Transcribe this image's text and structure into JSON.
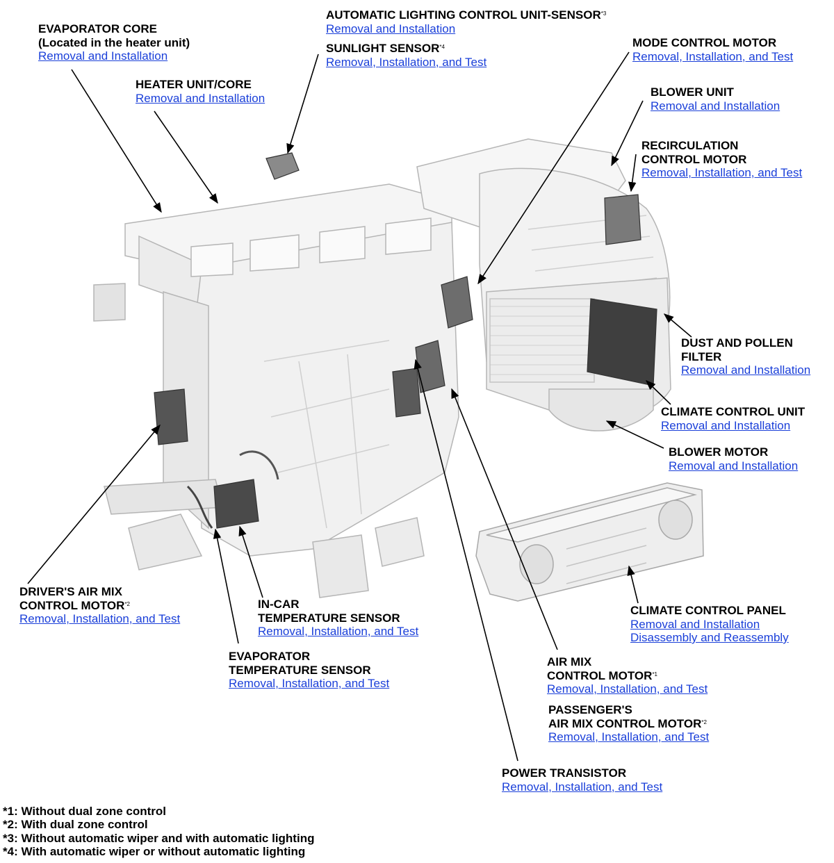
{
  "callouts": {
    "evaporator_core": {
      "title1": "EVAPORATOR CORE",
      "title2": "(Located in the heater unit)",
      "link1": "Removal and Installation"
    },
    "heater_unit": {
      "title1": "HEATER UNIT/CORE",
      "link1": "Removal and Installation"
    },
    "auto_lighting": {
      "title1": "AUTOMATIC LIGHTING CONTROL UNIT-SENSOR",
      "sup": "*3",
      "link1": "Removal and Installation"
    },
    "sunlight_sensor": {
      "title1": "SUNLIGHT SENSOR",
      "sup": "*4",
      "link1": "Removal, Installation, and Test"
    },
    "mode_control_motor": {
      "title1": "MODE CONTROL MOTOR",
      "link1": "Removal, Installation, and Test"
    },
    "blower_unit": {
      "title1": "BLOWER UNIT",
      "link1": "Removal and Installation"
    },
    "recirculation_motor": {
      "title1": "RECIRCULATION",
      "title2": "CONTROL MOTOR",
      "link1": "Removal, Installation, and Test"
    },
    "dust_filter": {
      "title1": "DUST AND POLLEN",
      "title2": "FILTER",
      "link1": "Removal and Installation"
    },
    "climate_control_unit": {
      "title1": "CLIMATE CONTROL UNIT",
      "link1": "Removal and Installation"
    },
    "blower_motor": {
      "title1": "BLOWER MOTOR",
      "link1": "Removal and Installation"
    },
    "climate_control_panel": {
      "title1": "CLIMATE CONTROL PANEL",
      "link1": "Removal and Installation",
      "link2": "Disassembly and Reassembly"
    },
    "drivers_air_mix": {
      "title1": "DRIVER'S AIR MIX",
      "title2": "CONTROL MOTOR",
      "sup": "*2",
      "link1": "Removal, Installation, and Test"
    },
    "incar_sensor": {
      "title1": "IN-CAR",
      "title2": "TEMPERATURE SENSOR",
      "link1": "Removal, Installation, and Test"
    },
    "evap_temp_sensor": {
      "title1": "EVAPORATOR",
      "title2": "TEMPERATURE SENSOR",
      "link1": "Removal, Installation, and Test"
    },
    "air_mix_motor": {
      "title1": "AIR MIX",
      "title2": "CONTROL MOTOR",
      "sup": "*1",
      "link1": "Removal, Installation, and Test"
    },
    "passengers_air_mix": {
      "title1": "PASSENGER'S",
      "title2": "AIR MIX CONTROL MOTOR",
      "sup": "*2",
      "link1": "Removal, Installation, and Test"
    },
    "power_transistor": {
      "title1": "POWER TRANSISTOR",
      "link1": "Removal, Installation, and Test"
    }
  },
  "footnotes": [
    "*1: Without dual zone control",
    "*2: With dual zone control",
    "*3: Without automatic wiper and with automatic lighting",
    "*4: With automatic wiper or without automatic lighting"
  ],
  "colors": {
    "link": "#1a3fd9",
    "text": "#000000",
    "part_fill": "#efefef",
    "part_stroke": "#b8b8b8",
    "component_dark": "#555555"
  }
}
